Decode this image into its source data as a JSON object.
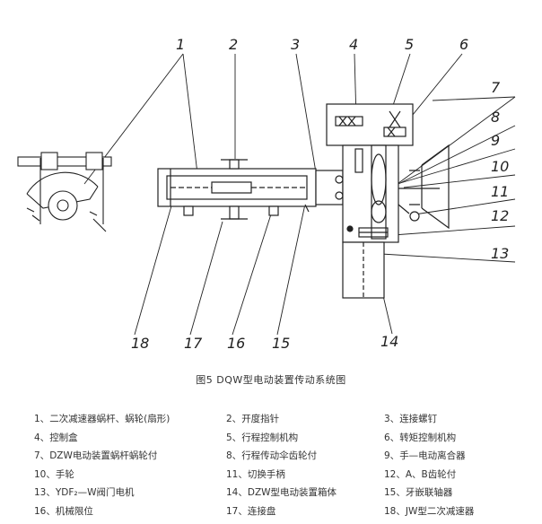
{
  "figure": {
    "caption": "图5 DQW型电动装置传动系统图",
    "callouts": [
      "1",
      "2",
      "3",
      "4",
      "5",
      "6",
      "7",
      "8",
      "9",
      "10",
      "11",
      "12",
      "13",
      "14",
      "15",
      "16",
      "17",
      "18"
    ]
  },
  "legend": {
    "items": [
      {
        "num": "1、",
        "text": "二次减速器蜗杆、蜗轮(扇形)"
      },
      {
        "num": "2、",
        "text": "开度指针"
      },
      {
        "num": "3、",
        "text": "连接螺钉"
      },
      {
        "num": "4、",
        "text": "控制盒"
      },
      {
        "num": "5、",
        "text": "行程控制机构"
      },
      {
        "num": "6、",
        "text": "转矩控制机构"
      },
      {
        "num": "7、",
        "text": "DZW电动装置蜗杆蜗轮付"
      },
      {
        "num": "8、",
        "text": "行程传动伞齿轮付"
      },
      {
        "num": "9、",
        "text": "手—电动离合器"
      },
      {
        "num": "10、",
        "text": "手轮"
      },
      {
        "num": "11、",
        "text": "切换手柄"
      },
      {
        "num": "12、",
        "text": "A、B齿轮付"
      },
      {
        "num": "13、",
        "text": "YDF₂—W阀门电机"
      },
      {
        "num": "14、",
        "text": "DZW型电动装置箱体"
      },
      {
        "num": "15、",
        "text": "牙嵌联轴器"
      },
      {
        "num": "16、",
        "text": "机械限位"
      },
      {
        "num": "17、",
        "text": "连接盘"
      },
      {
        "num": "18、",
        "text": "JW型二次减速器"
      }
    ]
  }
}
